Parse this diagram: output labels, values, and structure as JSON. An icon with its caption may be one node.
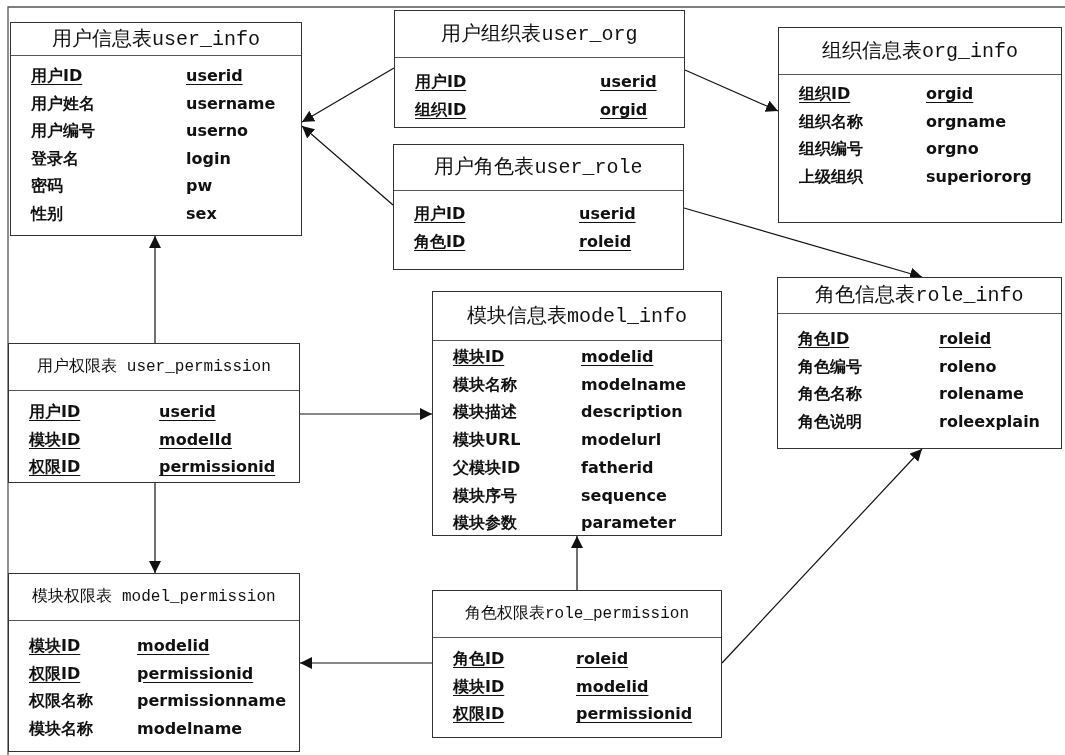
{
  "diagram": {
    "nodes": [
      {
        "text": [
          "用户信息表user_info",
          "用户ID",
          "userid",
          "用户姓名",
          "username",
          "用户编号",
          "userno",
          "登录名",
          "login",
          "密码",
          "pw",
          "性别",
          "sex"
        ]
      },
      {
        "text": [
          "用户组织表user_org",
          "用户ID",
          "userid",
          "组织ID",
          "orgid"
        ]
      },
      {
        "text": [
          "组织信息表org_info",
          "组织ID",
          "orgid",
          "组织名称",
          "orgname",
          "组织编号",
          "orgno",
          "上级组织",
          "superiororg"
        ]
      },
      {
        "text": [
          "用户角色表user_role",
          "用户ID",
          "userid",
          "角色ID",
          "roleid"
        ]
      },
      {
        "text": [
          "角色信息表role_info",
          "角色ID",
          "roleid",
          "角色编号",
          "roleno",
          "角色名称",
          "rolename",
          "角色说明",
          "roleexplain"
        ]
      },
      {
        "text": [
          "模块信息表model_info",
          "模块ID",
          "modelid",
          "模块名称",
          "modelname",
          "模块描述",
          "description",
          "模块URL",
          "modelurl",
          "父模块ID",
          "fatherid",
          "模块序号",
          "sequence",
          "模块参数",
          "parameter"
        ]
      },
      {
        "text": [
          "用户权限表 user_permission",
          "用户ID",
          "userid",
          "模块ID",
          "modelId",
          "权限ID",
          "permissionid"
        ]
      },
      {
        "text": [
          "模块权限表 model_permission",
          "模块ID",
          "modelid",
          "权限ID",
          "permissionid",
          "权限名称",
          "permissionname",
          "模块名称",
          "modelname"
        ]
      },
      {
        "text": [
          "角色权限表role_permission",
          "角色ID",
          "roleid",
          "模块ID",
          "modelid",
          "权限ID",
          "permissionid"
        ]
      }
    ],
    "edges": [
      {
        "from": 1,
        "to": 0,
        "arrow": "to"
      },
      {
        "from": 3,
        "to": 0,
        "arrow": "to"
      },
      {
        "from": 1,
        "to": 2,
        "arrow": "to"
      },
      {
        "from": 3,
        "to": 4,
        "arrow": "to"
      },
      {
        "from": 6,
        "to": 0,
        "arrow": "to"
      },
      {
        "from": 6,
        "to": 5,
        "arrow": "to"
      },
      {
        "from": 6,
        "to": 7,
        "arrow": "to"
      },
      {
        "from": 8,
        "to": 4,
        "arrow": "to"
      },
      {
        "from": 8,
        "to": 7,
        "arrow": "to"
      },
      {
        "from": 8,
        "to": 5,
        "arrow": "to"
      }
    ]
  }
}
